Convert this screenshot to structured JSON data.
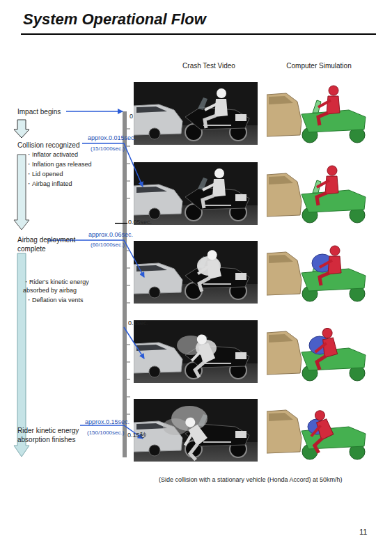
{
  "diagram": {
    "title": "System Operational Flow",
    "caption": "(Side collision with a stationary vehicle (Honda Accord) at 50km/h)",
    "labels": [
      "Crash Test Video",
      "Computer Simulation",
      "Impact begins",
      "0",
      "Collision recognized",
      "approx.0.015sec.",
      "(15/1000sec.)",
      "・Inflator activated",
      "・Inflation gas released",
      "・Lid opened",
      "・Airbag inflated",
      "0.05sec.",
      "approx.0.06sec.",
      "(60/1000sec.)",
      "Airbag deployment complete",
      "・Rider's kinetic energy absorbed by airbag",
      "・Deflation via vents",
      "0.1sec.",
      "approx.0.15sec.",
      "(150/1000sec.)",
      "Rider kinetic energy absorption finishes",
      "0.15秒",
      "11"
    ]
  }
}
